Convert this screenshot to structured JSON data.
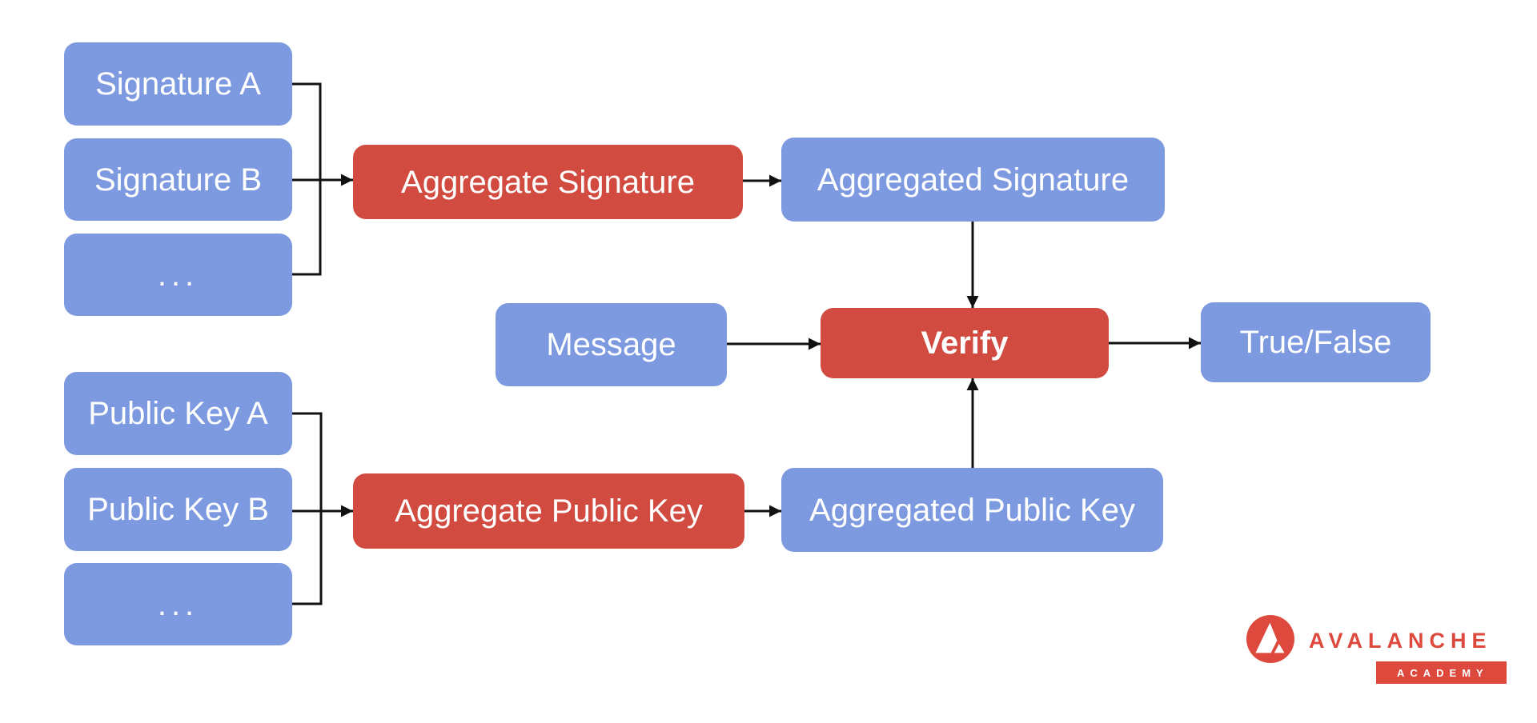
{
  "diagram": {
    "nodes": {
      "signature_a": {
        "label": "Signature A",
        "kind": "input"
      },
      "signature_b": {
        "label": "Signature B",
        "kind": "input"
      },
      "signature_more": {
        "label": "...",
        "kind": "input"
      },
      "public_key_a": {
        "label": "Public Key A",
        "kind": "input"
      },
      "public_key_b": {
        "label": "Public Key B",
        "kind": "input"
      },
      "public_key_more": {
        "label": "...",
        "kind": "input"
      },
      "aggregate_signature": {
        "label": "Aggregate Signature",
        "kind": "operation"
      },
      "aggregated_signature": {
        "label": "Aggregated Signature",
        "kind": "value"
      },
      "message": {
        "label": "Message",
        "kind": "input"
      },
      "verify": {
        "label": "Verify",
        "kind": "operation"
      },
      "true_false": {
        "label": "True/False",
        "kind": "output"
      },
      "aggregate_public_key": {
        "label": "Aggregate Public Key",
        "kind": "operation"
      },
      "aggregated_public_key": {
        "label": "Aggregated Public Key",
        "kind": "value"
      }
    },
    "edges": [
      {
        "from": "Signature A",
        "to": "Aggregate Signature"
      },
      {
        "from": "Signature B",
        "to": "Aggregate Signature"
      },
      {
        "from": "... (signatures)",
        "to": "Aggregate Signature"
      },
      {
        "from": "Aggregate Signature",
        "to": "Aggregated Signature"
      },
      {
        "from": "Aggregated Signature",
        "to": "Verify"
      },
      {
        "from": "Message",
        "to": "Verify"
      },
      {
        "from": "Public Key A",
        "to": "Aggregate Public Key"
      },
      {
        "from": "Public Key B",
        "to": "Aggregate Public Key"
      },
      {
        "from": "... (public keys)",
        "to": "Aggregate Public Key"
      },
      {
        "from": "Aggregate Public Key",
        "to": "Aggregated Public Key"
      },
      {
        "from": "Aggregated Public Key",
        "to": "Verify"
      },
      {
        "from": "Verify",
        "to": "True/False"
      }
    ],
    "colors": {
      "input_box": "#7d99e0",
      "operation_box": "#d24b40",
      "box_text": "#ffffff",
      "connector": "#111111",
      "background": "#ffffff"
    }
  },
  "logo": {
    "brand": "AVALANCHE",
    "sub_label": "ACADEMY",
    "color": "#dd4a3d"
  }
}
